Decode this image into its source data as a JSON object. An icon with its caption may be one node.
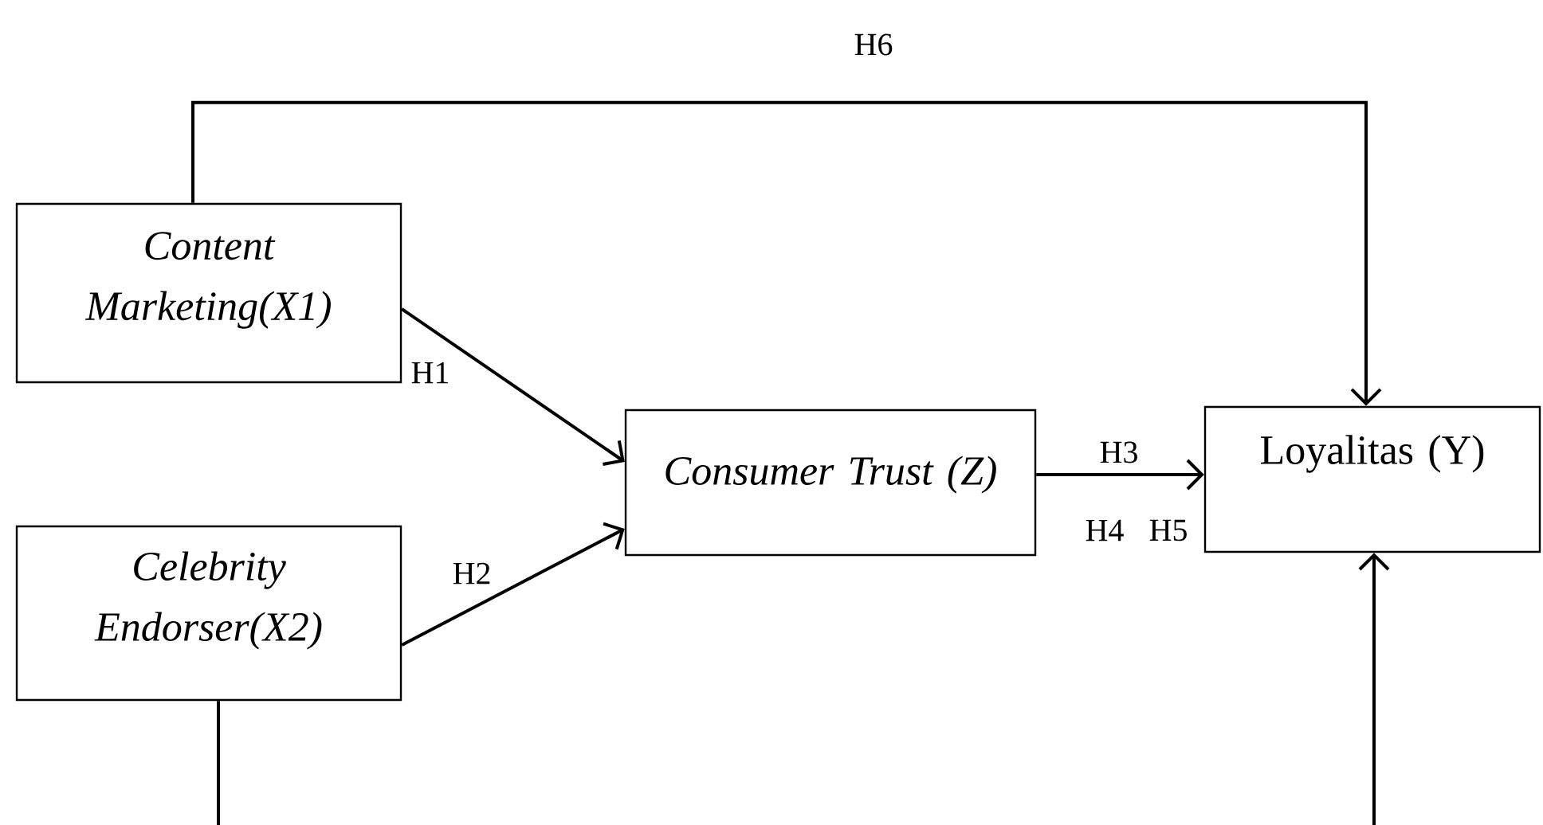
{
  "diagram": {
    "nodes": [
      {
        "text": [
          "Content Marketing(X1)"
        ]
      },
      {
        "text": [
          "Celebrity Endorser(X2)"
        ]
      },
      {
        "text": [
          "Consumer Trust (Z)"
        ]
      },
      {
        "text": [
          "Loyalitas (Y)"
        ]
      }
    ],
    "edges": [
      {
        "from": 0,
        "to": 2,
        "arrow": "to",
        "label": "H1"
      },
      {
        "from": 1,
        "to": 2,
        "arrow": "to",
        "label": "H2"
      },
      {
        "from": 2,
        "to": 3,
        "arrow": "to",
        "label": "H3"
      },
      {
        "from": 0,
        "to": 3,
        "arrow": "to",
        "label": "H6"
      },
      {
        "from": 1,
        "to": 3,
        "arrow": "to"
      }
    ],
    "labels": [
      "H4",
      "H5"
    ]
  }
}
